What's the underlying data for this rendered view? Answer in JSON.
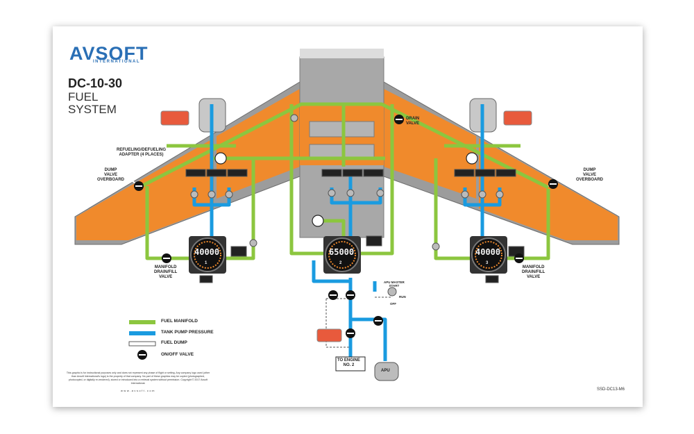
{
  "brand": {
    "name": "AVSOFT",
    "sub": "INTERNATIONAL",
    "color": "#2a6fb5"
  },
  "title": {
    "line1": "DC-10-30",
    "line2": "FUEL",
    "line3": "SYSTEM"
  },
  "labels": {
    "refuel": "REFUELING/DEFUELING\nADAPTER (4 PLACES)",
    "dump_left": "DUMP\nVALVE\nOVERBOARD",
    "dump_right": "DUMP\nVALVE\nOVERBOARD",
    "drain_valve": "DRAIN\nVALVE",
    "manifold_left": "MANIFOLD\nDRAIN/FILL\nVALVE",
    "manifold_right": "MANIFOLD\nDRAIN/FILL\nVALVE",
    "apu_master": "APU MASTER\nSTART",
    "run": "RUN",
    "off": "OFF",
    "to_engine": "TO ENGINE\nNO. 2",
    "apu": "APU"
  },
  "gauges": [
    {
      "value": "40000",
      "num": "1"
    },
    {
      "value": "65000",
      "num": "2"
    },
    {
      "value": "40000",
      "num": "3"
    }
  ],
  "legend": [
    {
      "label": "FUEL MANIFOLD",
      "color": "#8cc63f"
    },
    {
      "label": "TANK PUMP PRESSURE",
      "color": "#1a9be0"
    },
    {
      "label": "FUEL DUMP",
      "color": "#ffffff"
    },
    {
      "label": "ON/OFF VALVE",
      "color": "#000000"
    }
  ],
  "disclaimer": "This graphic is for instructional purposes only and does not represent any phase of flight or setting. Any company logo used (other than Avsoft International's logo) is the property of that company. No part of these graphics may be copied (photographed, photocopied, or digitally re-rendered), stored or introduced into a retrieval system without permission. Copyright © 2017 Avsoft International.",
  "website": "www.avsoft.com",
  "code": "SSD-DC13-M6",
  "colors": {
    "tank": "#f08a2c",
    "wing": "#9a9a9a",
    "fuselage": "#a6a6a6",
    "manifold": "#8cc63f",
    "pump": "#1a9be0"
  }
}
